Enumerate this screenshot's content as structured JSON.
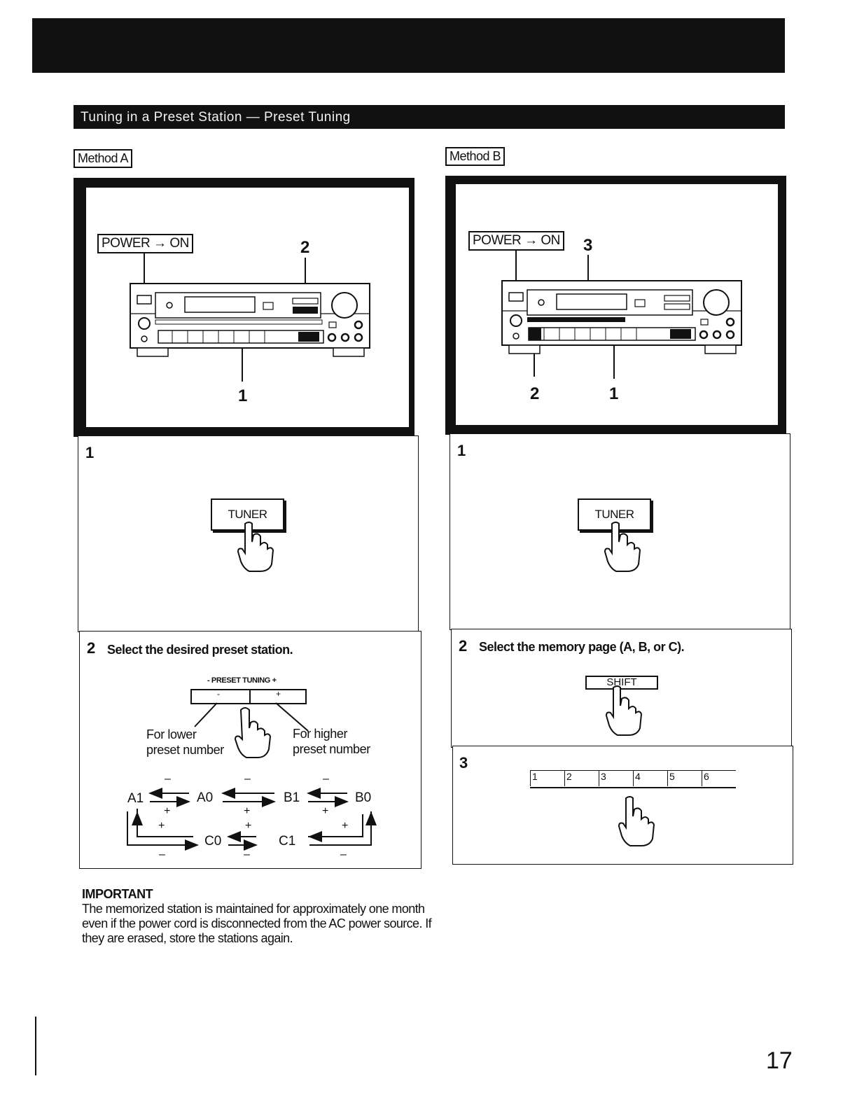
{
  "header": {
    "section_title": "Tuning in a Preset Station — Preset Tuning"
  },
  "method_a": {
    "label": "Method A",
    "power_label": "POWER → ON",
    "callout_1": "1",
    "callout_2": "2",
    "step1": {
      "number": "1",
      "button_label": "TUNER"
    },
    "step2": {
      "number": "2",
      "text": "Select the desired preset station.",
      "control_label": "- PRESET TUNING +",
      "minus_key": "-",
      "plus_key": "+",
      "lower_line1": "For lower",
      "lower_line2": "preset number",
      "higher_line1": "For higher",
      "higher_line2": "preset number"
    },
    "sequence": {
      "a1": "A1",
      "a0": "A0",
      "b1": "B1",
      "b0": "B0",
      "c0": "C0",
      "c1": "C1",
      "minus": "–",
      "plus": "+"
    }
  },
  "method_b": {
    "label": "Method B",
    "power_label": "POWER → ON",
    "callout_1": "1",
    "callout_2": "2",
    "callout_3": "3",
    "step1": {
      "number": "1",
      "button_label": "TUNER"
    },
    "step2": {
      "number": "2",
      "text": "Select the memory page (A, B, or C).",
      "button_label": "SHIFT"
    },
    "step3": {
      "number": "3",
      "keys": [
        "1",
        "2",
        "3",
        "4",
        "5",
        "6"
      ]
    }
  },
  "important": {
    "title": "IMPORTANT",
    "body": "The memorized station is maintained for approximately one month even if the power cord is disconnected from the AC power source. If they are erased, store the stations again."
  },
  "page_number": "17"
}
